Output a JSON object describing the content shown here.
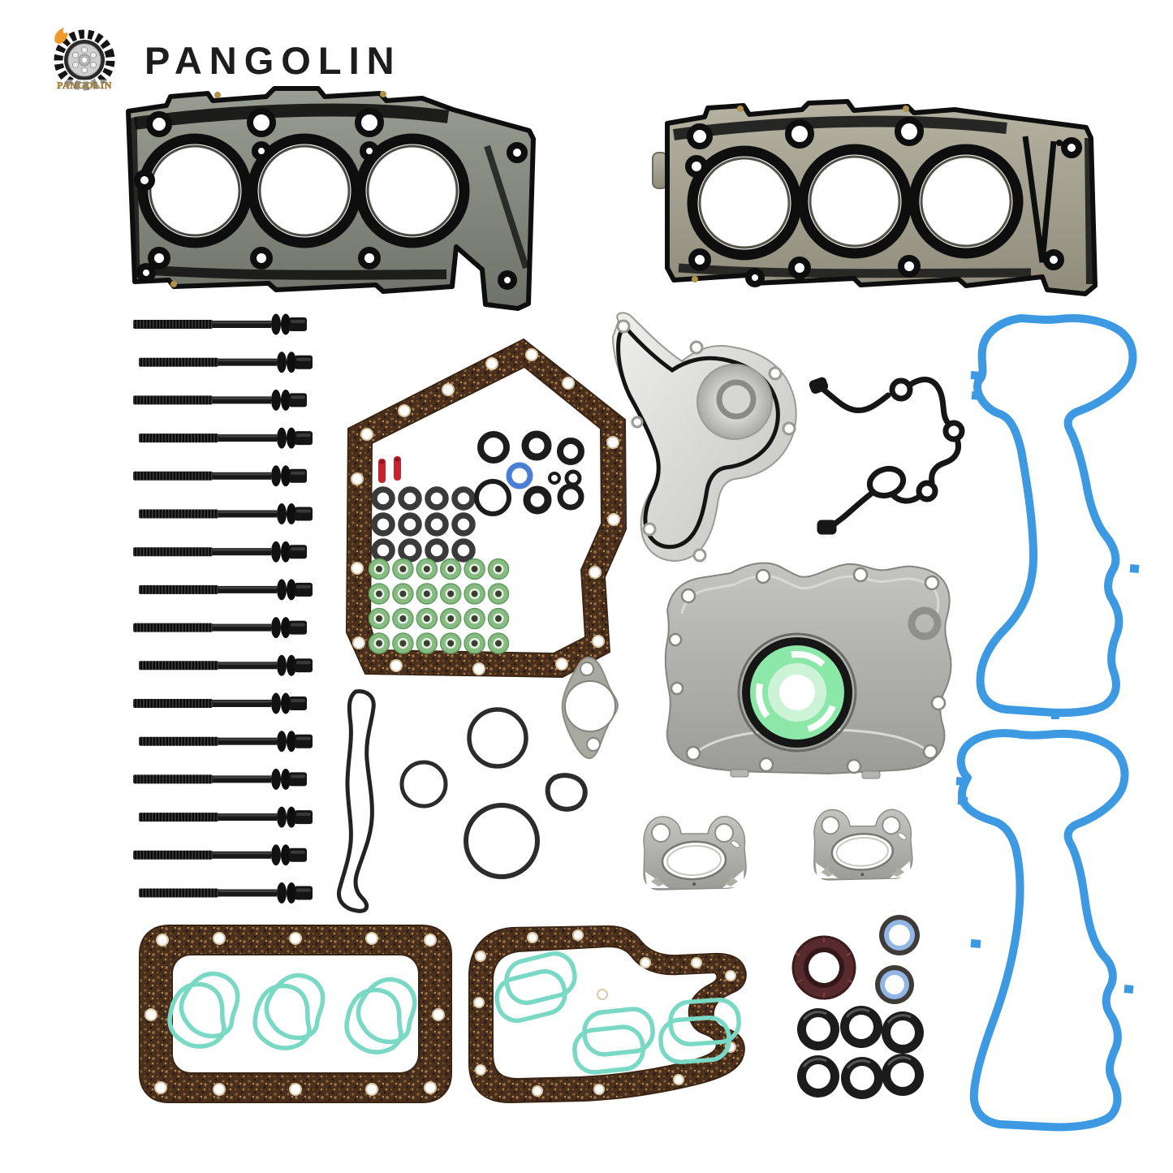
{
  "brand": {
    "wordmark": "PANGOLIN",
    "logo_caption": "PANGOLIN"
  },
  "colors": {
    "background": "#ffffff",
    "wordmark": "#1d1d1f",
    "logo_gold": "#c49a3c",
    "logo_flame": "#f2992e",
    "logo_tail_black": "#151515",
    "bolt_black": "#151515",
    "head_gasket_left_plate_top": "#9a9d92",
    "head_gasket_left_plate_bottom": "#6f7268",
    "head_gasket_right_plate_top": "#b5b2a2",
    "head_gasket_right_plate_bottom": "#8f8c7c",
    "gasket_bead_black": "#0e0e0e",
    "cork_brown": "#4a2f1c",
    "cork_edge": "#3a2414",
    "valve_seal_green": "#86bb82",
    "intake_gasket_teal": "#7ad9c5",
    "valve_cover_blue": "#3d9ae2",
    "metal_silver_light": "#efefed",
    "metal_silver_mid": "#c2c2be",
    "metal_gray_plate": "#a9a9a4",
    "rear_seal_green": "#8ce8a8",
    "rear_seal_green_pale": "#cdf3d6",
    "cam_seal_maroon": "#572a2d",
    "seal_blue_inner": "#93b5e6",
    "oring_black": "#1c1c1c",
    "injector_pin_red": "#c6252f",
    "squiggle_black": "#161616"
  },
  "parts": {
    "head_gaskets": {
      "name": "cylinder-head-gaskets",
      "count": 2
    },
    "head_bolts": {
      "name": "head-bolts",
      "count": 16
    },
    "valve_cover_gaskets": {
      "name": "valve-cover-gaskets-blue",
      "count": 2
    },
    "exhaust_manifold_gaskets": {
      "name": "exhaust-manifold-gaskets",
      "count": 2
    },
    "valve_stem_seals": {
      "name": "valve-stem-seals-green",
      "count": 24
    },
    "injector_orings": {
      "name": "injector-orings-gray",
      "count": 12
    },
    "injector_pins": {
      "name": "alignment-pins-red",
      "count": 2
    },
    "oring_cluster": {
      "name": "oring-cluster",
      "count": 9
    },
    "assorted_orings": {
      "name": "assorted-orings",
      "count": 5
    },
    "intake_port_gaskets": {
      "name": "intake-port-gaskets-teal",
      "count": 12
    },
    "shaft_seals_black": {
      "name": "shaft-seals-black",
      "count": 6
    },
    "cam_seals_blue": {
      "name": "cam-seals-blue",
      "count": 2
    },
    "front_crank_seal": {
      "name": "front-crank-seal-maroon",
      "count": 1
    },
    "cork_pan_gaskets": {
      "name": "cork-oil-pan-gaskets",
      "count": 3
    },
    "water_pump": {
      "name": "water-pump-with-gasket",
      "count": 1
    },
    "rear_main_seal_housing": {
      "name": "rear-main-seal-housing",
      "count": 1
    },
    "timing_cover_gasket": {
      "name": "timing-cover-gasket-black",
      "count": 1
    },
    "thermostat_gasket": {
      "name": "thermostat-gasket",
      "count": 1
    },
    "oil_cooler_loop_gasket": {
      "name": "oil-cooler-loop-gasket",
      "count": 1
    }
  }
}
